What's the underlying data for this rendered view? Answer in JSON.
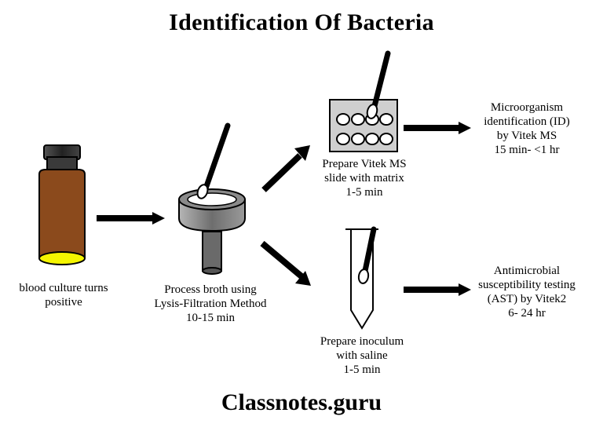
{
  "title": "Identification Of Bacteria",
  "footer": "Classnotes.guru",
  "steps": {
    "blood_culture": {
      "lines": [
        "blood culture  turns",
        "positive"
      ]
    },
    "process_broth": {
      "lines": [
        "Process broth using",
        "Lysis-Filtration  Method",
        "10-15 min"
      ]
    },
    "vitek_ms_slide": {
      "lines": [
        "Prepare Vitek MS",
        "slide with matrix",
        "1-5 min"
      ]
    },
    "inoculum": {
      "lines": [
        "Prepare inoculum",
        "with  saline",
        "1-5 min"
      ]
    },
    "identification": {
      "lines": [
        "Microorganism",
        "identification  (ID)",
        "by Vitek MS",
        "15 min-  <1 hr"
      ]
    },
    "ast": {
      "lines": [
        "Antimicrobial",
        "susceptibility  testing",
        "(AST)  by Vitek2",
        "6- 24 hr"
      ]
    }
  },
  "colors": {
    "bottle": "#8b4a1c",
    "bottle_cap": "#3a3a3a",
    "bottle_base": "#f5f500",
    "filter_body": "#8a8a8a",
    "slide": "#cfcfcf",
    "arrow": "#000000"
  }
}
